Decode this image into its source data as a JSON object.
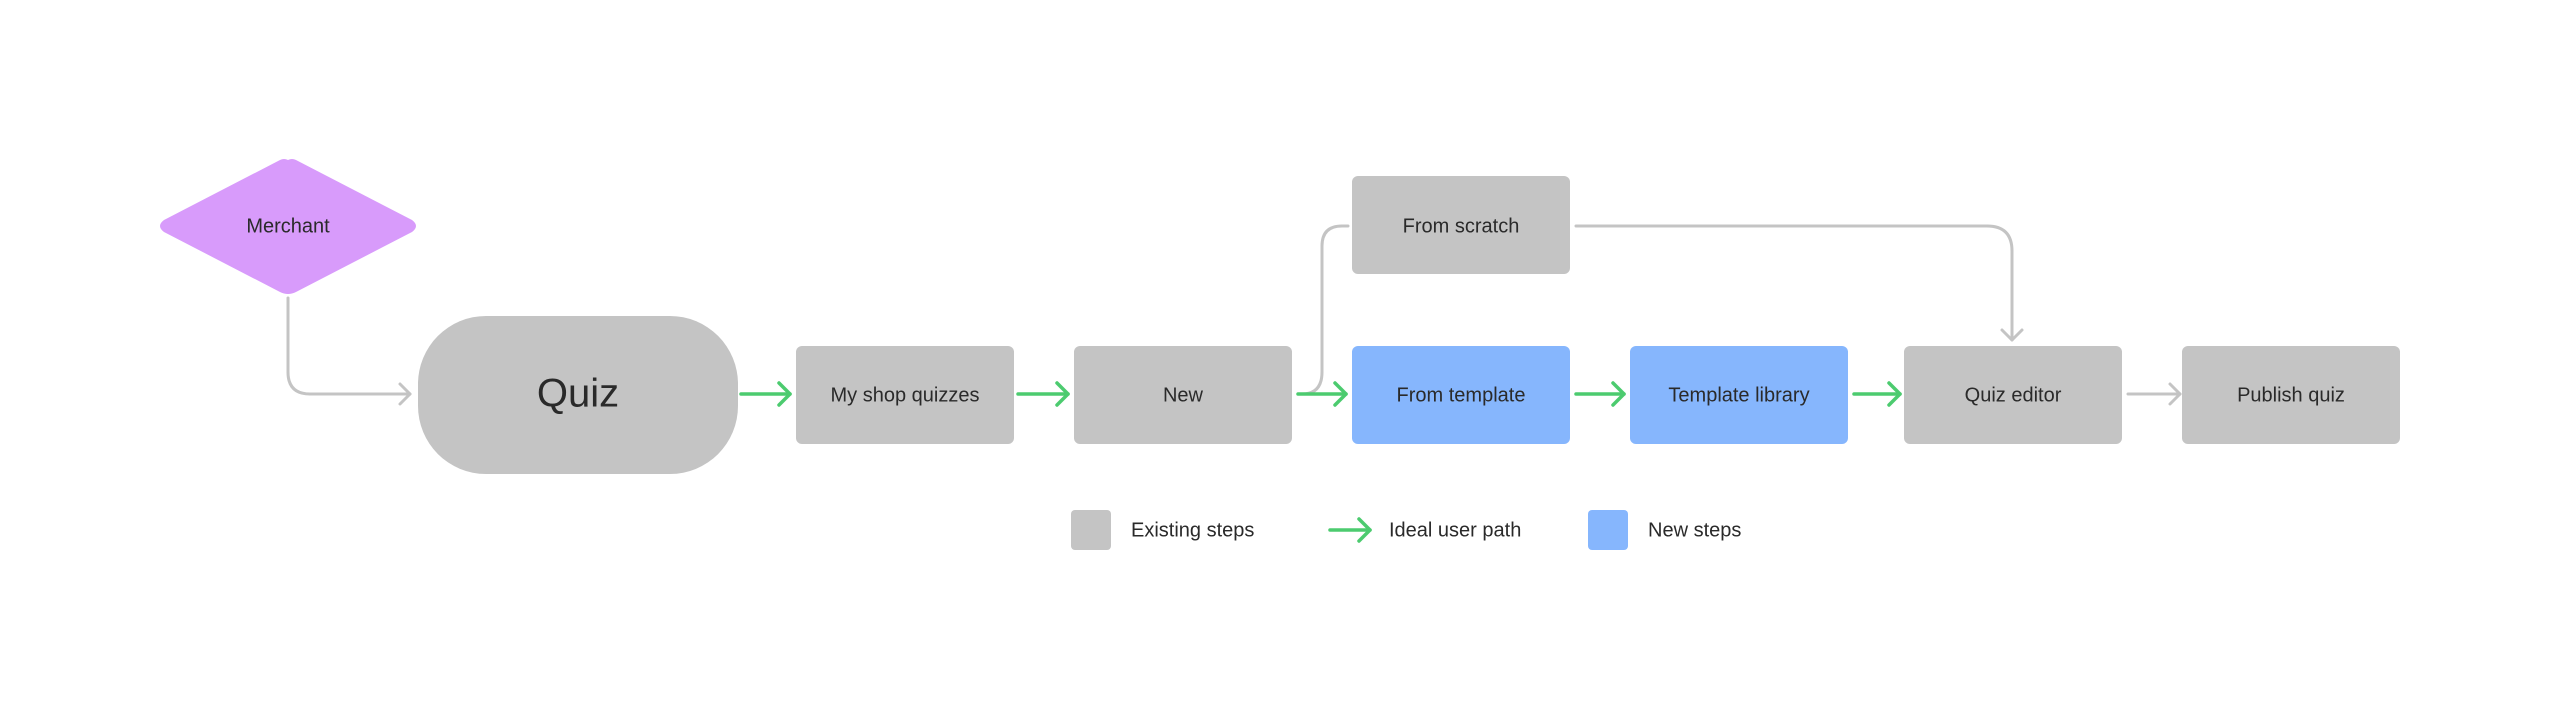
{
  "colors": {
    "existing": "#c4c4c4",
    "new": "#86b6fd",
    "start": "#d89bfb",
    "ideal_path": "#4ccb6f",
    "connector": "#c4c4c4",
    "text": "#2a2a2a"
  },
  "nodes": {
    "merchant": {
      "label": "Merchant",
      "kind": "start"
    },
    "quiz": {
      "label": "Quiz",
      "kind": "existing"
    },
    "my_shop_quizzes": {
      "label": "My shop quizzes",
      "kind": "existing"
    },
    "new": {
      "label": "New",
      "kind": "existing"
    },
    "from_scratch": {
      "label": "From scratch",
      "kind": "existing"
    },
    "from_template": {
      "label": "From template",
      "kind": "new"
    },
    "template_library": {
      "label": "Template library",
      "kind": "new"
    },
    "quiz_editor": {
      "label": "Quiz editor",
      "kind": "existing"
    },
    "publish_quiz": {
      "label": "Publish quiz",
      "kind": "existing"
    }
  },
  "edges": [
    {
      "from": "merchant",
      "to": "quiz",
      "style": "connector"
    },
    {
      "from": "quiz",
      "to": "my_shop_quizzes",
      "style": "ideal_path"
    },
    {
      "from": "my_shop_quizzes",
      "to": "new",
      "style": "ideal_path"
    },
    {
      "from": "new",
      "to": "from_template",
      "style": "ideal_path"
    },
    {
      "from": "new",
      "to": "from_scratch",
      "style": "connector"
    },
    {
      "from": "from_template",
      "to": "template_library",
      "style": "ideal_path"
    },
    {
      "from": "template_library",
      "to": "quiz_editor",
      "style": "ideal_path"
    },
    {
      "from": "from_scratch",
      "to": "quiz_editor",
      "style": "connector"
    },
    {
      "from": "quiz_editor",
      "to": "publish_quiz",
      "style": "connector"
    }
  ],
  "legend": {
    "existing_label": "Existing steps",
    "ideal_label": "Ideal user path",
    "new_label": "New steps"
  },
  "icons": {
    "start_shape": "diamond",
    "step_shape": "rounded-rectangle",
    "entry_shape": "pill",
    "arrow": "arrow-right-icon"
  }
}
